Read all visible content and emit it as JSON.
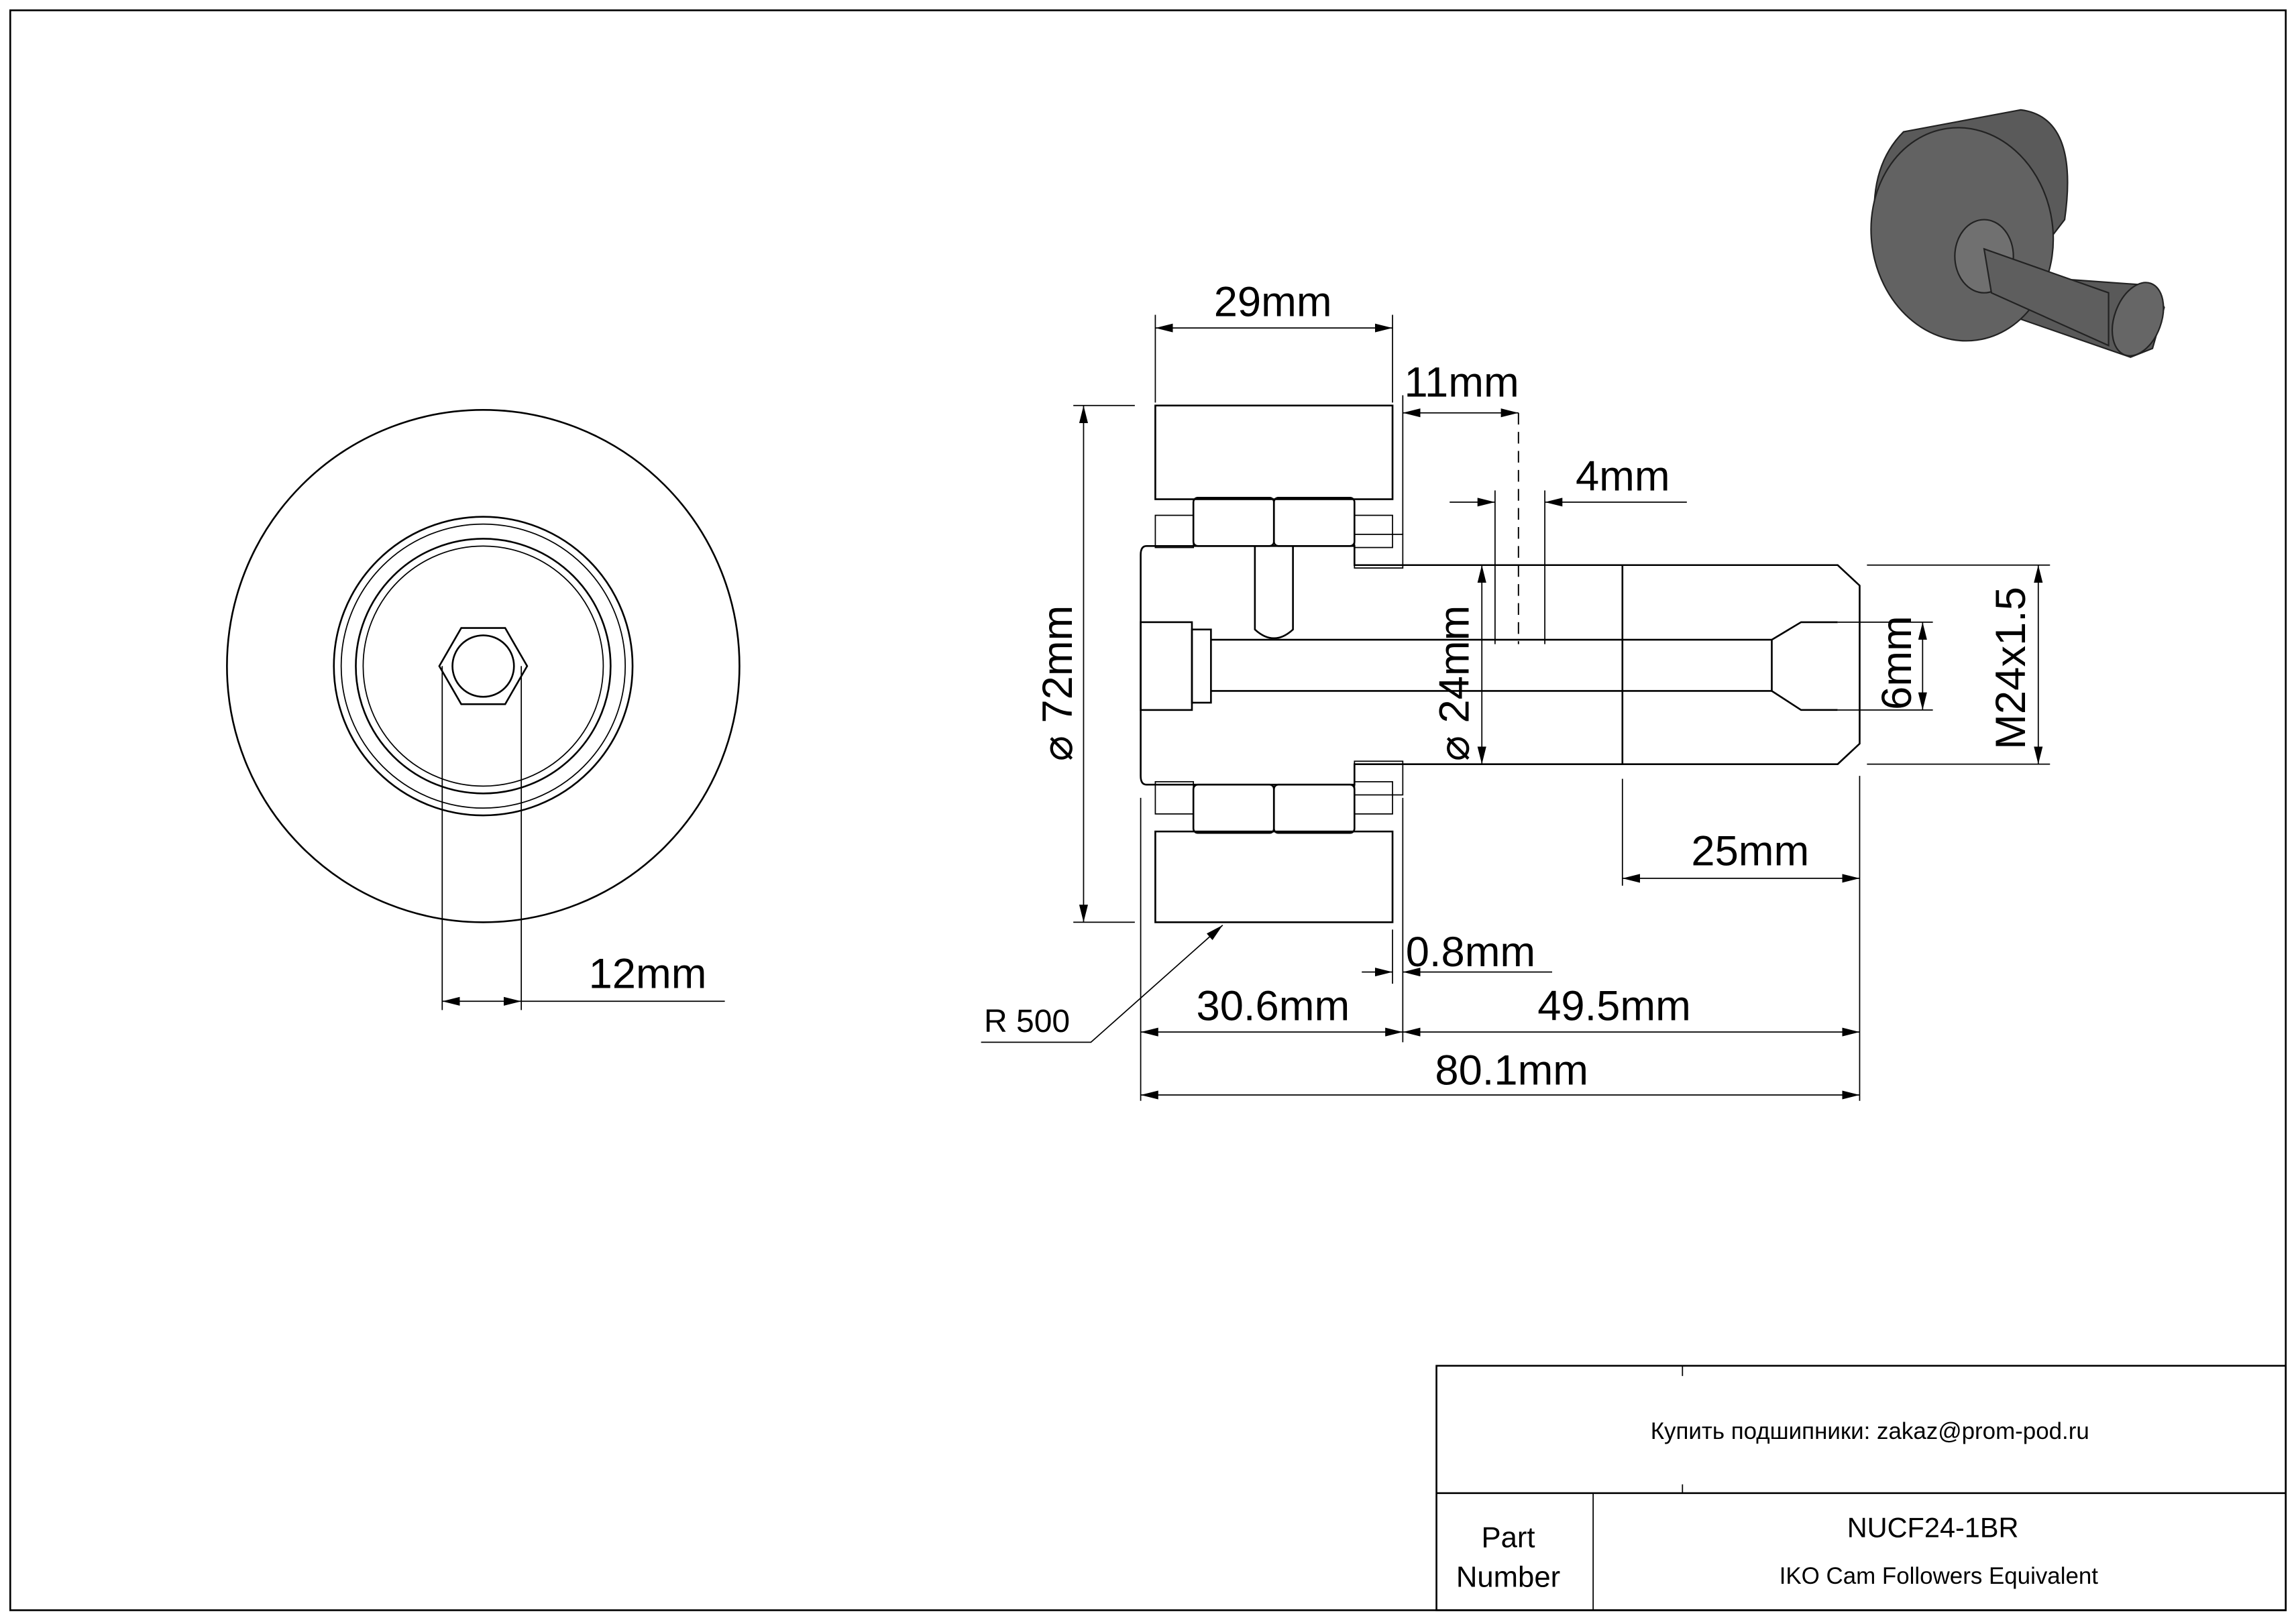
{
  "dimensions": {
    "width_29": "29mm",
    "d11": "11mm",
    "d4": "4mm",
    "dia72": "72mm",
    "dia24": "24mm",
    "hole6": "6mm",
    "thread": "M24x1.5",
    "d25": "25mm",
    "d08": "0.8mm",
    "d306": "30.6mm",
    "d495": "49.5mm",
    "d801": "80.1mm",
    "radius": "R 500",
    "hex12": "12mm",
    "diameter_symbol": "⌀"
  },
  "title_block": {
    "contact": "Купить подшипники: zakaz@prom-pod.ru",
    "part_label_1": "Part",
    "part_label_2": "Number",
    "part_number": "NUCF24-1BR",
    "description": "IKO Cam Followers Equivalent"
  },
  "colors": {
    "line": "#000000",
    "render": "#5f5f5f"
  }
}
